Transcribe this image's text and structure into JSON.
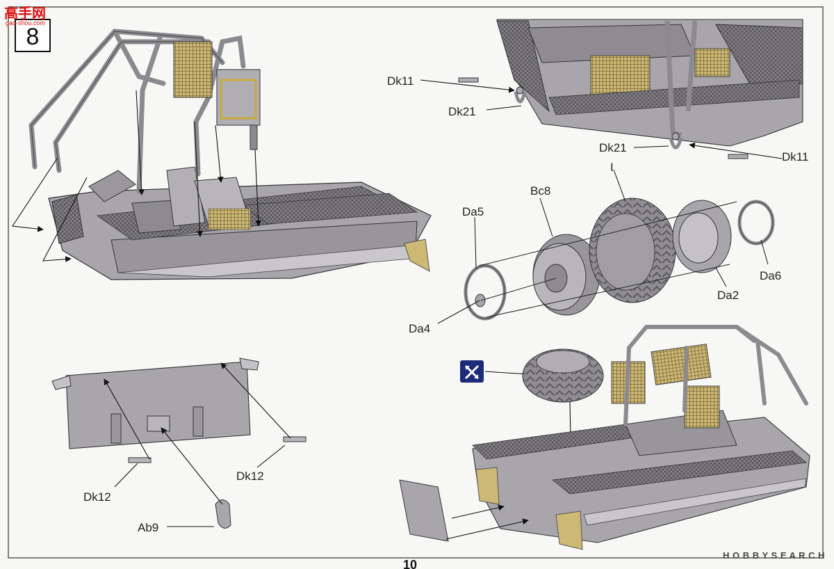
{
  "step_number": "8",
  "page_number": "10",
  "watermark_top": {
    "cn": "高手网",
    "url": "gao-shou.com"
  },
  "watermark_bottom": "H O B B Y S E A R C H",
  "labels": {
    "dk11_top": "Dk11",
    "dk21_top": "Dk21",
    "dk21_right": "Dk21",
    "dk11_right": "Dk11",
    "bc8": "Bc8",
    "i": "I",
    "da5": "Da5",
    "da6": "Da6",
    "da2": "Da2",
    "da4": "Da4",
    "dk12_left": "Dk12",
    "dk12_right": "Dk12",
    "ab9": "Ab9"
  },
  "colors": {
    "part_gray": "#a8a6ab",
    "part_dark": "#6f6d72",
    "mesh_yellow": "#d8c27a",
    "line": "#222222",
    "accent_blue": "#1b2a7a"
  }
}
